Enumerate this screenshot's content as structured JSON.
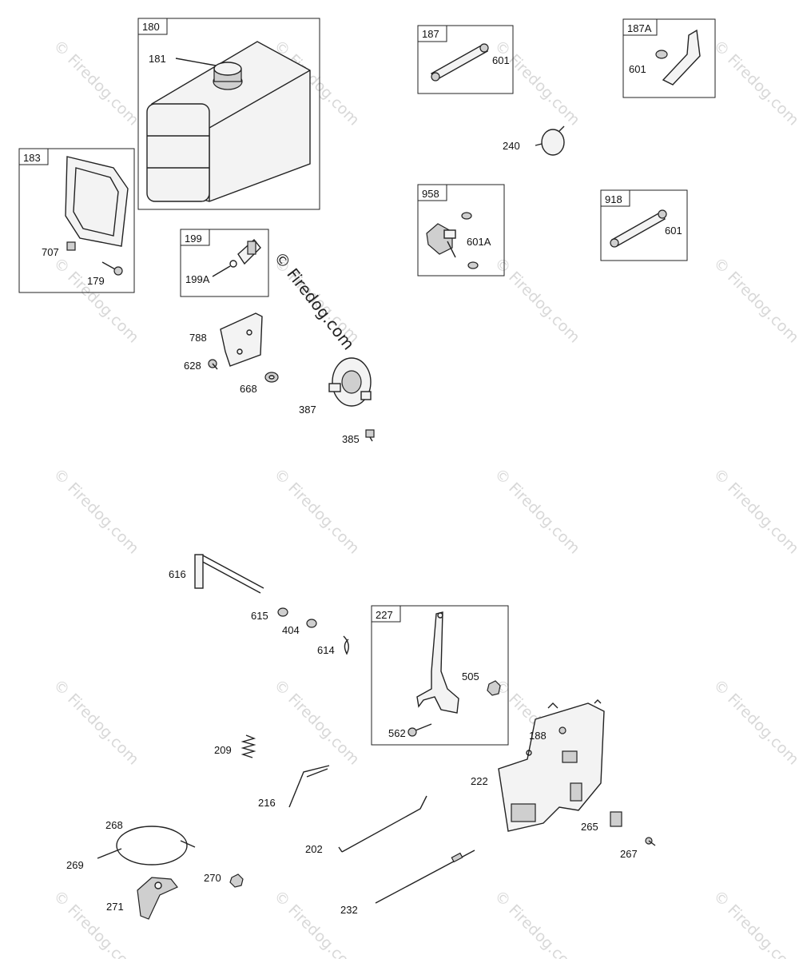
{
  "watermark": {
    "text": "© Firedog.com",
    "center_text": "© Firedog.com"
  },
  "callouts": {
    "p180": "180",
    "p181": "181",
    "p183": "183",
    "p707": "707",
    "p179": "179",
    "p199": "199",
    "p199A": "199A",
    "p788": "788",
    "p628": "628",
    "p668": "668",
    "p387": "387",
    "p385": "385",
    "p187": "187",
    "p601a": "601",
    "p187A": "187A",
    "p601b": "601",
    "p240": "240",
    "p958": "958",
    "p601A": "601A",
    "p918": "918",
    "p601c": "601",
    "p616": "616",
    "p615": "615",
    "p404": "404",
    "p614": "614",
    "p227": "227",
    "p505": "505",
    "p562": "562",
    "p188": "188",
    "p222": "222",
    "p265": "265",
    "p267": "267",
    "p209": "209",
    "p216": "216",
    "p202": "202",
    "p232": "232",
    "p268": "268",
    "p269": "269",
    "p270": "270",
    "p271": "271"
  }
}
